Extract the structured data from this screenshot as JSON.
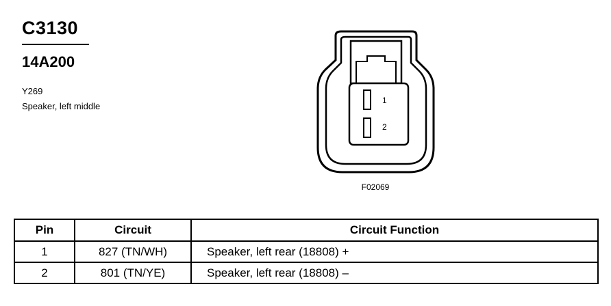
{
  "header": {
    "connector_id": "C3130",
    "part_number": "14A200",
    "location_code": "Y269",
    "location_desc": "Speaker, left middle"
  },
  "figure": {
    "code": "F02069",
    "pin_labels": [
      "1",
      "2"
    ]
  },
  "table": {
    "headers": {
      "pin": "Pin",
      "circuit": "Circuit",
      "function": "Circuit Function"
    },
    "rows": [
      {
        "pin": "1",
        "circuit": "827 (TN/WH)",
        "function": "Speaker, left rear (18808) +"
      },
      {
        "pin": "2",
        "circuit": "801 (TN/YE)",
        "function": "Speaker, left rear (18808) –"
      }
    ]
  }
}
